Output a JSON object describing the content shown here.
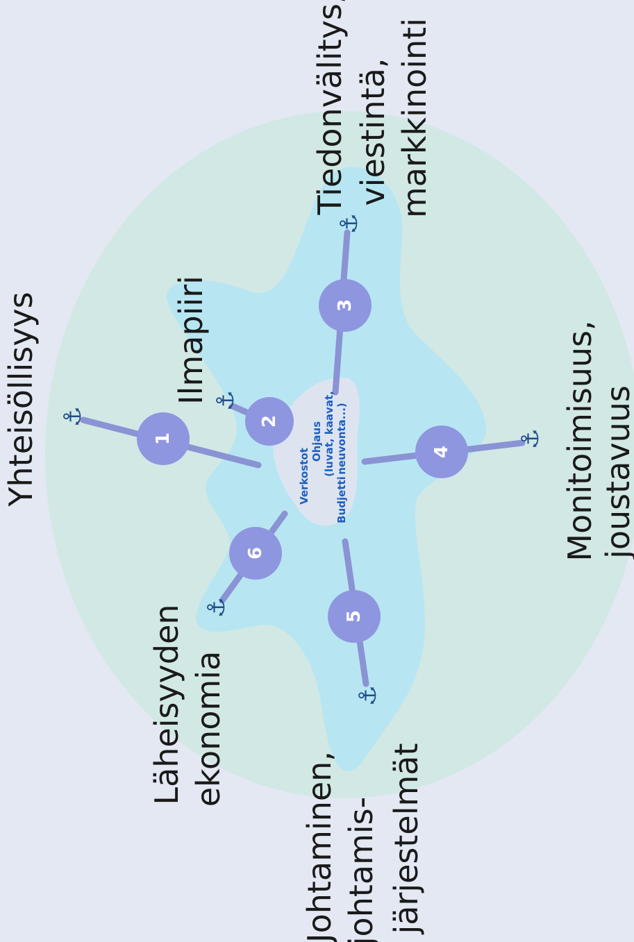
{
  "labels": {
    "yhteisollisyys": "Yhteisöllisyys",
    "ilmapiiri": "Ilmapiiri",
    "tiedonvalitys_1": "Tiedonvälitys,",
    "tiedonvalitys_2": "viestintä,",
    "tiedonvalitys_3": "markkinointi",
    "monitoimisuus_1": "Monitoimisuus,",
    "monitoimisuus_2": "joustavuus",
    "johtaminen_1": "Johtaminen,",
    "johtaminen_2": "johtamis-",
    "johtaminen_3": "järjestelmät",
    "laheisyyden_1": "Läheisyyden",
    "laheisyyden_2": "ekonomia"
  },
  "center": {
    "line1": "Verkostot",
    "line2": "Ohjaus",
    "line3": "(luvat, kaavat,",
    "line4": "neuvonta...)",
    "line5": "Budjetti"
  },
  "nodes": [
    "1",
    "2",
    "3",
    "4",
    "5",
    "6"
  ],
  "anchor_glyph": "⚓",
  "colors": {
    "background": "#e3e8f3",
    "outer_circle": "#cfe8e2",
    "star": "#b7e6f2",
    "center": "#dde4f0",
    "node": "#8f96e0",
    "spoke": "#8a93d4",
    "anchor": "#1f4e8c",
    "center_text": "#1f5fbf"
  }
}
